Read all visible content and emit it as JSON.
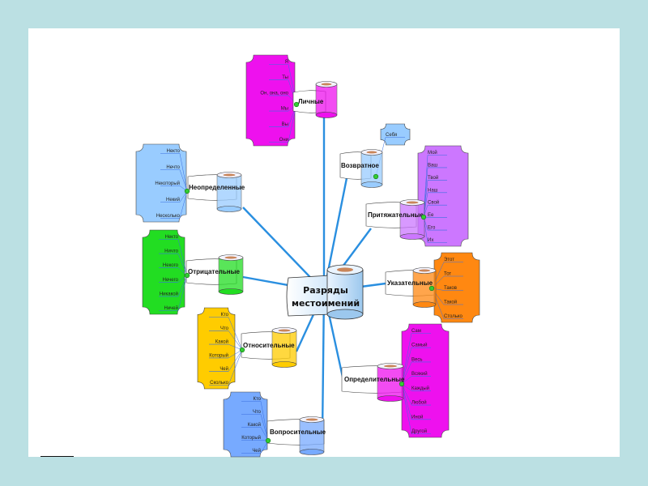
{
  "slide": {
    "background": "#bbe0e3",
    "canvas": "#ffffff"
  },
  "diagram": {
    "central": {
      "line1": "Разряды",
      "line2": "местоимений"
    },
    "branches": [
      {
        "id": "personal",
        "label": "Личные",
        "color": "#ee11ee",
        "words": [
          "Я",
          "Ты",
          "Он, она, оно",
          "Мы",
          "Вы",
          "Они"
        ]
      },
      {
        "id": "reflexive",
        "label": "Возвратное",
        "color": "#99ccff",
        "words": [
          "Себя"
        ]
      },
      {
        "id": "possessive",
        "label": "Притяжательные",
        "color": "#cc77ff",
        "words": [
          "Мой",
          "Ваш",
          "Твой",
          "Наш",
          "Свой",
          "Ее",
          "Его",
          "Их"
        ]
      },
      {
        "id": "indefinite",
        "label": "Неопределенные",
        "color": "#99ccff",
        "words": [
          "Некто",
          "Нечто",
          "Некоторый",
          "Некий",
          "Несколько"
        ]
      },
      {
        "id": "negative",
        "label": "Отрицательные",
        "color": "#22dd22",
        "words": [
          "Некто",
          "Ничто",
          "Некого",
          "Нечего",
          "Никакой",
          "Ничей"
        ]
      },
      {
        "id": "demonstrative",
        "label": "Указательные",
        "color": "#ff8811",
        "words": [
          "Этот",
          "Тот",
          "Таков",
          "Такой",
          "Столько"
        ]
      },
      {
        "id": "relative",
        "label": "Относительные",
        "color": "#ffcc00",
        "words": [
          "Кто",
          "Что",
          "Какой",
          "Который",
          "Чей",
          "Сколько"
        ]
      },
      {
        "id": "definitive",
        "label": "Определительные",
        "color": "#ee11ee",
        "words": [
          "Сам",
          "Самый",
          "Весь",
          "Всякий",
          "Каждый",
          "Любой",
          "Иной",
          "Другой"
        ]
      },
      {
        "id": "interrogative",
        "label": "Вопросительные",
        "color": "#77aaff",
        "words": [
          "Кто",
          "Что",
          "Какой",
          "Который",
          "Чей"
        ]
      }
    ]
  }
}
